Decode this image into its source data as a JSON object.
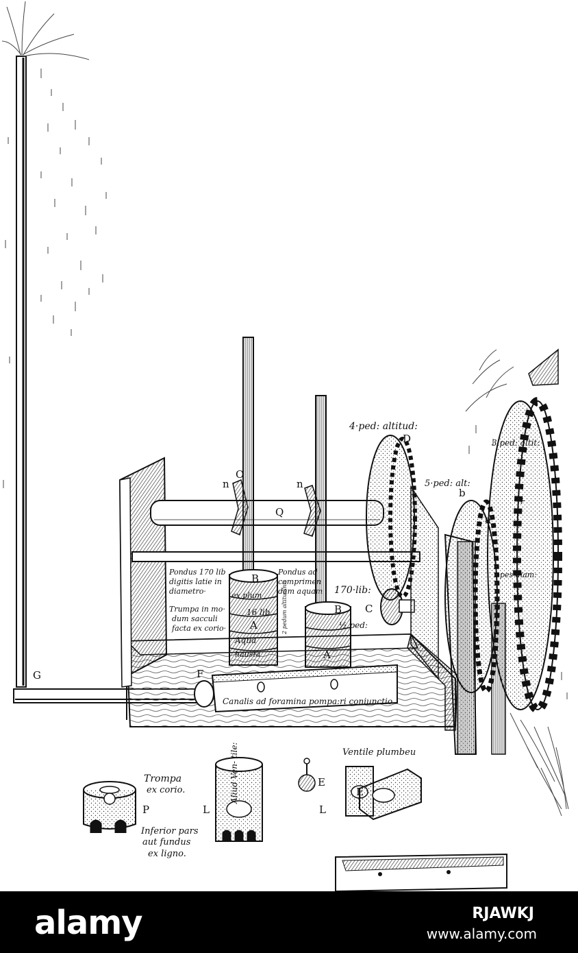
{
  "labels": {
    "ped4": "4·ped: altitud:",
    "ped5": "5·ped: alt:",
    "ped3": "3 ped: altit:",
    "pes": "pes diam:",
    "D": "D",
    "b": "b",
    "a": "a",
    "C": "C",
    "plus": "+",
    "o": "O",
    "n1": "n",
    "n2": "n",
    "q": "Q",
    "B1": "B",
    "B2": "B",
    "A1": "A",
    "A2": "A",
    "G": "G",
    "F": "F",
    "E": "E",
    "L1": "L",
    "L2": "L",
    "P": "P",
    "E_small": "E",
    "pondus1": "Pondus 170 lib",
    "pondus1b": "digitis latie in",
    "pondus1c": "diametro·",
    "trumpa1": "Trumpa in mo·",
    "trumpa2": "dum sacculi",
    "trumpa3": "facta ex corio·",
    "pondus2": "Pondus ad",
    "pondus2b": "comprimen",
    "pondus2c": "dam aquam",
    "lib170": "170·lib:",
    "halfped": "½ ped:",
    "explum": "ex plum",
    "lib16": "16 lib",
    "aqua": "Aqua",
    "hausta": "hausta",
    "vertical": "2 pedum altitudinis",
    "canalis": "Canalis ad foramina pompa:ri coniunctio",
    "ventile": "Ventile plumbeu",
    "trompa1": "Trompa",
    "trompa2": "ex corio.",
    "inferior1": "Inferior pars",
    "inferior2": "aut fundus",
    "inferior3": "ex ligno.",
    "aliud": "Aliud Ven- tile:"
  },
  "footer": {
    "logo": "alamy",
    "image_id": "RJAWKJ",
    "url": "www.alamy.com"
  }
}
